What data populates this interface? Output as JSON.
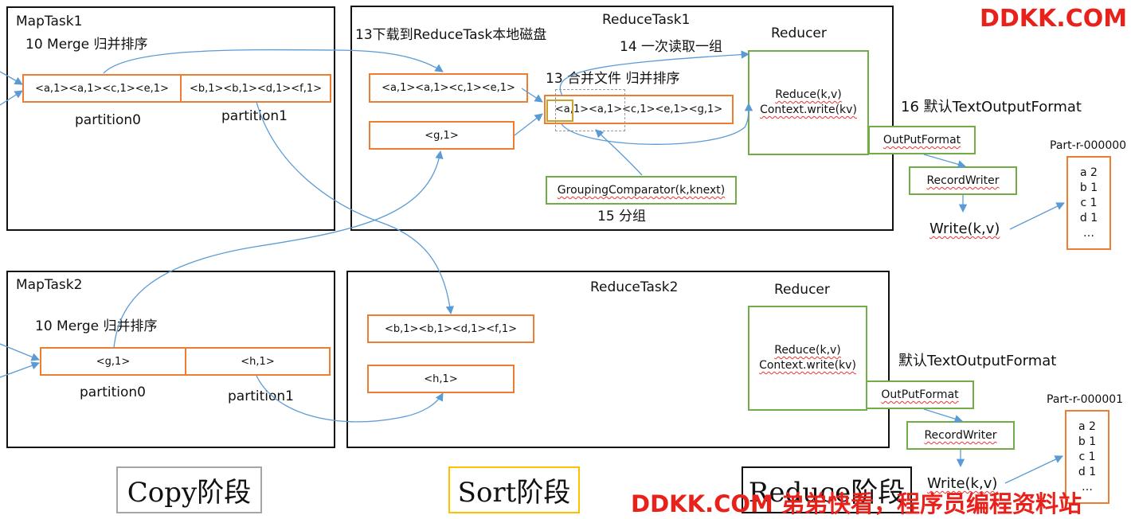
{
  "map_task1": {
    "title": "MapTask1",
    "merge_label": "10 Merge 归并排序",
    "partition0_content": "<a,1><a,1><c,1><e,1>",
    "partition1_content": "<b,1><b,1><d,1><f,1>",
    "partition0_label": "partition0",
    "partition1_label": "partition1"
  },
  "map_task2": {
    "title": "MapTask2",
    "merge_label": "10 Merge 归并排序",
    "partition0_content": "<g,1>",
    "partition1_content": "<h,1>",
    "partition0_label": "partition0",
    "partition1_label": "partition1"
  },
  "reduce_task1": {
    "title": "ReduceTask1",
    "download_label": "13下载到ReduceTask本地磁盘",
    "read_group_label": "14 一次读取一组",
    "merge_label": "13 合并文件 归并排序",
    "segment1": "<a,1><a,1><c,1><e,1>",
    "segment2": "<g,1>",
    "merged": "<a,1><a,1><c,1><e,1><g,1>",
    "grouping_comparator": "GroupingComparator(k,knext)",
    "group_label": "15 分组",
    "reducer_title": "Reducer",
    "reducer_line1": "Reduce(k,v)",
    "reducer_line2": "Context.write(kv)"
  },
  "reduce_task2": {
    "title": "ReduceTask2",
    "segment1": "<b,1><b,1><d,1><f,1>",
    "segment2": "<h,1>",
    "reducer_title": "Reducer",
    "reducer_line1": "Reduce(k,v)",
    "reducer_line2": "Context.write(kv)"
  },
  "output1": {
    "format_label": "16 默认TextOutputFormat",
    "output_format": "OutPutFormat",
    "record_writer": "RecordWriter",
    "write": "Write(k,v)",
    "file_name": "Part-r-000000",
    "lines": [
      "a 2",
      "b 1",
      "c 1",
      "d 1",
      "…"
    ]
  },
  "output2": {
    "format_label": "默认TextOutputFormat",
    "output_format": "OutPutFormat",
    "record_writer": "RecordWriter",
    "write": "Write(k,v)",
    "file_name": "Part-r-000001",
    "lines": [
      "a 2",
      "b 1",
      "c 1",
      "d 1",
      "…"
    ]
  },
  "stages": {
    "copy": "Copy阶段",
    "sort": "Sort阶段",
    "reduce": "Reduce阶段"
  },
  "watermark": {
    "top": "DDKK.COM",
    "bottom": "DDKK.COM 弟弟快看，程序员编程资料站"
  },
  "colors": {
    "orange_border": "#ed7d31",
    "green_border": "#70ad47",
    "arrow_blue": "#5b9bd5",
    "watermark_red": "#e8211b"
  }
}
